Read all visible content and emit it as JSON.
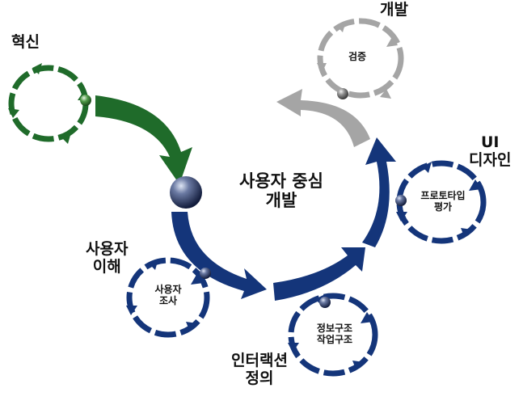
{
  "center_label": {
    "line1": "사용자 중심",
    "line2": "개발"
  },
  "stages": {
    "innovation": {
      "label": "혁신"
    },
    "development": {
      "label": "개발",
      "inner": "검증"
    },
    "ui_design": {
      "label_line1": "UI",
      "label_line2": "디자인",
      "inner_line1": "프로토타입",
      "inner_line2": "평가"
    },
    "user_understanding": {
      "label_line1": "사용자",
      "label_line2": "이해",
      "inner_line1": "사용자",
      "inner_line2": "조사"
    },
    "interaction_definition": {
      "label_line1": "인터랙션",
      "label_line2": "정의",
      "inner_line1": "정보구조",
      "inner_line2": "작업구조"
    }
  },
  "colors": {
    "navy": "#14357a",
    "green": "#1f6b2a",
    "gray": "#a5a5a5",
    "orb": "#4b5a80"
  }
}
